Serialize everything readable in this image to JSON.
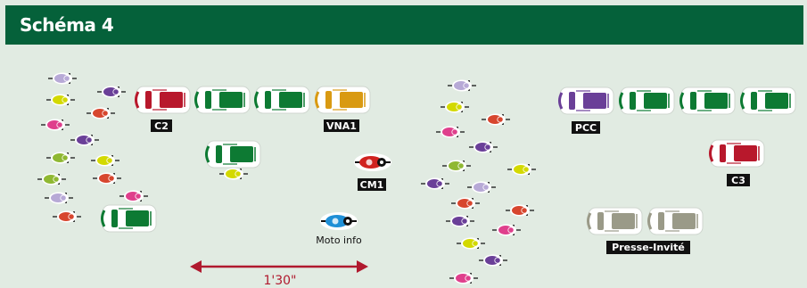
{
  "title": "Schéma 4",
  "colors": {
    "header_bg": "#05613a",
    "background": "#e1ebe2",
    "green_car": "#0d7a33",
    "red_car": "#b8182c",
    "orange_car": "#d99a12",
    "purple_car": "#6a3f98",
    "grey_car": "#9a9a88",
    "red_moto": "#d0221f",
    "blue_moto": "#1e8fd6",
    "arrow": "#b0192e"
  },
  "labels": {
    "c2": "C2",
    "vna1": "VNA1",
    "cm1": "CM1",
    "moto_info": "Moto info",
    "pcc": "PCC",
    "c3": "C3",
    "presse_invite": "Presse-Invité",
    "duration": "1'30\""
  }
}
